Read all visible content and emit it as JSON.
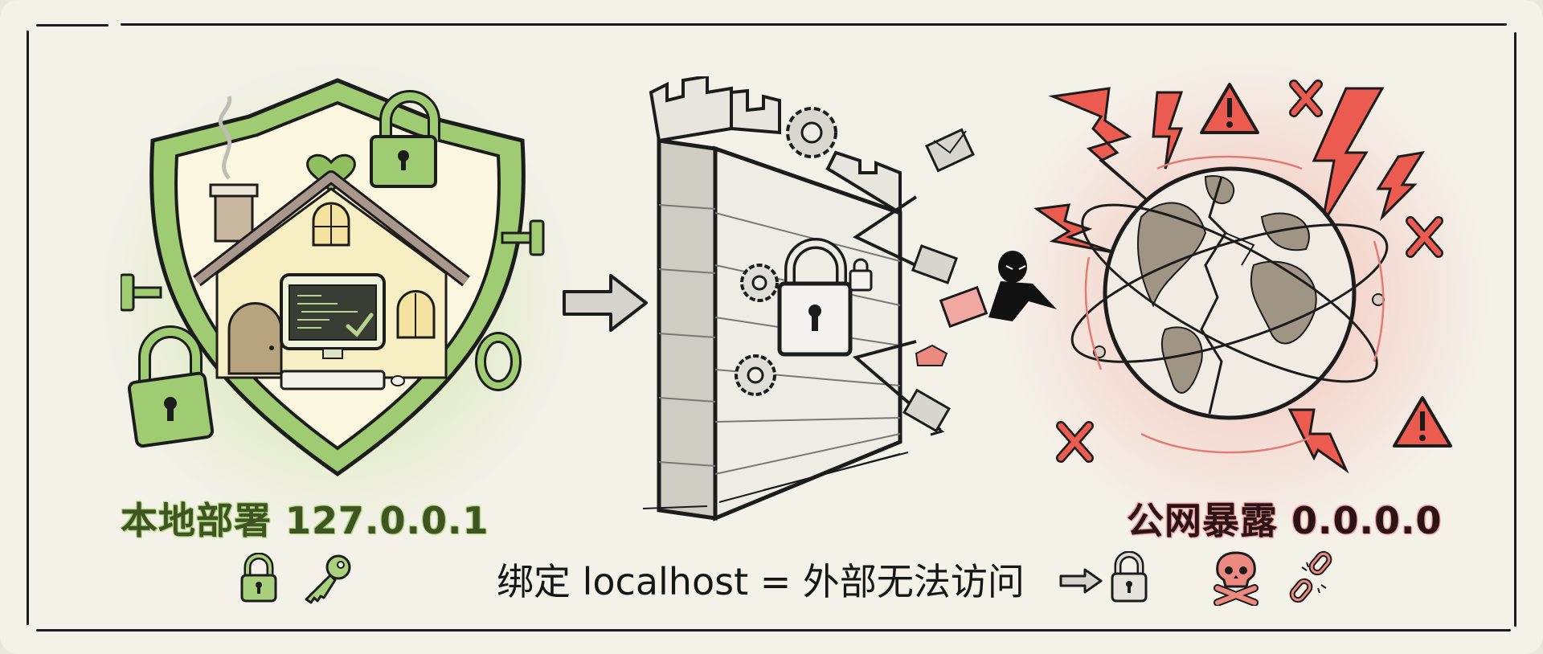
{
  "left_panel": {
    "title": "本地部署 127.0.0.1",
    "theme_color": "#8fbf5f",
    "illustration": "shield-house-icon",
    "icons": [
      "padlock-icon",
      "key-icon"
    ]
  },
  "middle_panel": {
    "illustration": "firewall-castle-icon",
    "arrow": "arrow-right-icon",
    "details": [
      "gear-icon",
      "padlock-icon",
      "envelope-icon",
      "hacker-icon"
    ]
  },
  "right_panel": {
    "title": "公网暴露 0.0.0.0",
    "theme_color": "#e85a50",
    "illustration": "cracked-globe-icon",
    "icons": [
      "skull-crossbones-icon",
      "broken-chain-icon"
    ],
    "decorations": [
      "lightning-icon",
      "warning-triangle-icon",
      "x-mark-icon"
    ]
  },
  "caption": {
    "text": "绑定 localhost = 外部无法访问",
    "trailing_icons": [
      "arrow-right-icon",
      "padlock-icon"
    ]
  },
  "colors": {
    "background": "#f4f1e9",
    "ink": "#1c1c1c",
    "green_fill": "#9fcb72",
    "green_dark": "#3f5323",
    "red_fill": "#ec5b4f",
    "red_soft": "#f0a49c",
    "stone": "#dcd9d2"
  }
}
